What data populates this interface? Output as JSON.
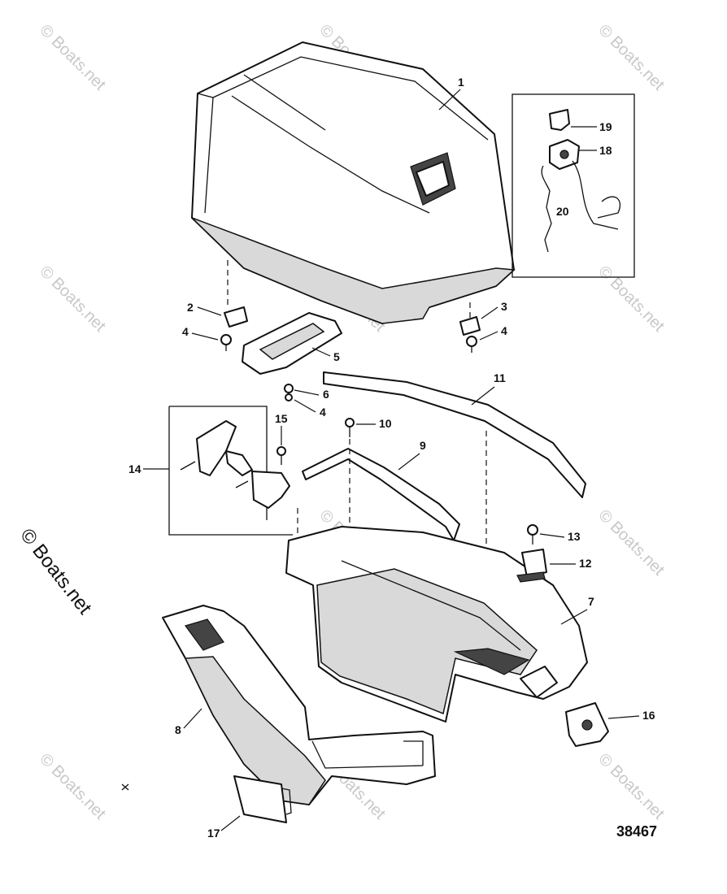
{
  "watermark": "© Boats.net",
  "diagram_id": "38467",
  "callouts": {
    "c1": "1",
    "c2": "2",
    "c3": "3",
    "c4a": "4",
    "c4b": "4",
    "c4c": "4",
    "c5": "5",
    "c6": "6",
    "c7": "7",
    "c8": "8",
    "c9": "9",
    "c10": "10",
    "c11": "11",
    "c12": "12",
    "c13": "13",
    "c14": "14",
    "c15": "15",
    "c16": "16",
    "c17": "17",
    "c18": "18",
    "c19": "19",
    "c20": "20"
  }
}
